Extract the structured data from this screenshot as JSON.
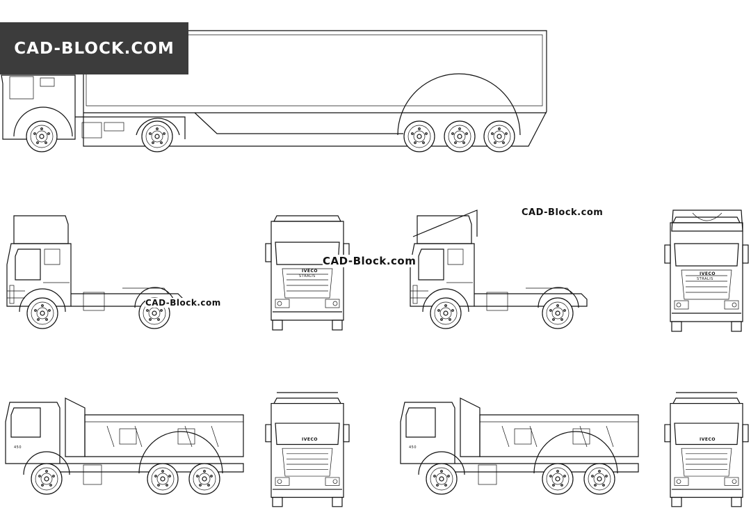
{
  "brand": {
    "banner_text": "CAD-BLOCK.COM",
    "banner_bg": "#3c3c3c",
    "banner_fg": "#ffffff"
  },
  "watermarks": [
    "CAD-Block.com",
    "CAD-Block.com",
    "CAD-Block.com"
  ],
  "grilles": {
    "badge": "IVECO",
    "model": "STRALIS"
  },
  "cab_marks": {
    "model_number": "450"
  },
  "drawing": {
    "line_color": "#111111",
    "background": "#ffffff"
  }
}
